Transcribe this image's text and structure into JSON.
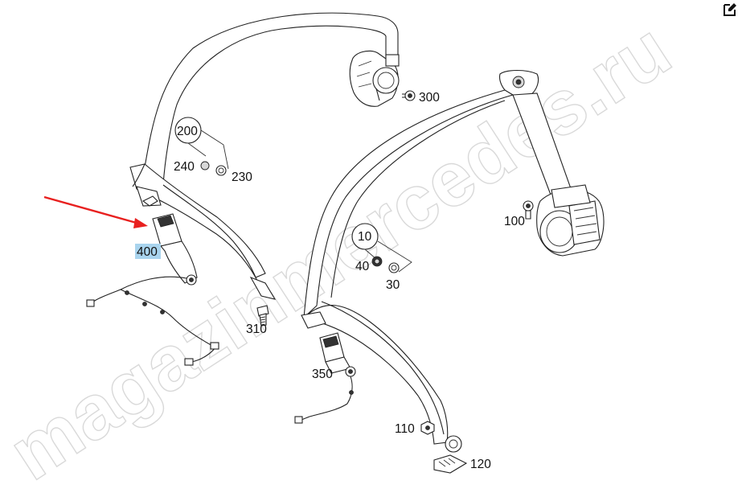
{
  "watermark": "magazinmercedes.ru",
  "toolbar": {
    "edit_icon": "edit-icon"
  },
  "callouts": {
    "p10": "10",
    "p30": "30",
    "p40": "40",
    "p100": "100",
    "p110": "110",
    "p120": "120",
    "p200": "200",
    "p230": "230",
    "p240": "240",
    "p300": "300",
    "p310": "310",
    "p350": "350",
    "p400": "400"
  },
  "selected_part": "400",
  "colors": {
    "pointer_arrow": "#e8201f",
    "selection_highlight": "#a9d4ee",
    "line_art": "#222222",
    "watermark": "#d9d9d9"
  }
}
